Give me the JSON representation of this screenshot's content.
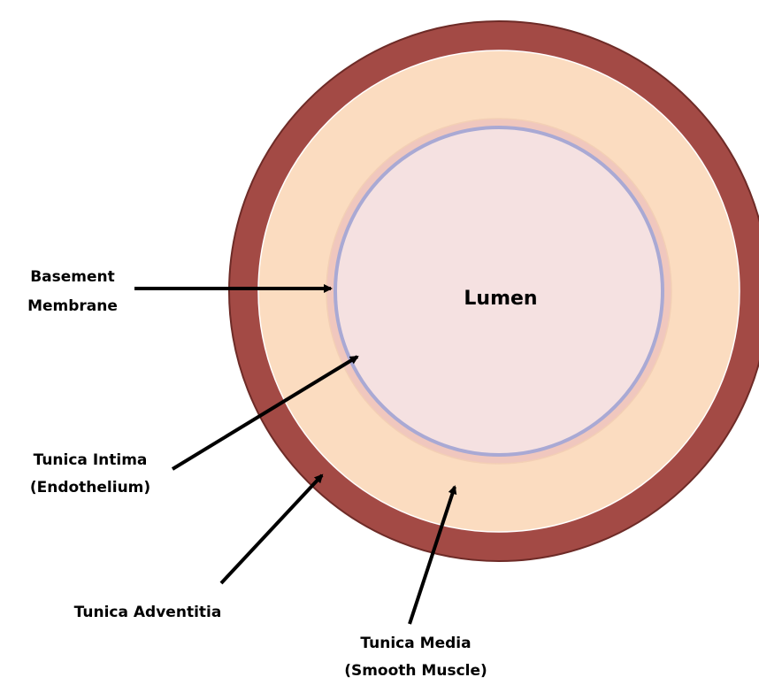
{
  "labels": {
    "lumen": "Lumen",
    "basement_membrane": [
      "Basement",
      "Membrane"
    ],
    "tunica_intima": [
      "Tunica Intima",
      "(Endothelium)"
    ],
    "tunica_adventitia": "Tunica Adventitia",
    "tunica_media": [
      "Tunica Media",
      "(Smooth Muscle)"
    ]
  },
  "colors": {
    "adventitia": "#A34A45",
    "adventitia_stroke": "#6E2B27",
    "media": "#FBDCC0",
    "intima_ring": "#F0C7BE",
    "endothelium": "#A9A9D4",
    "lumen": "#F5E1E1",
    "arrow": "#000000"
  }
}
